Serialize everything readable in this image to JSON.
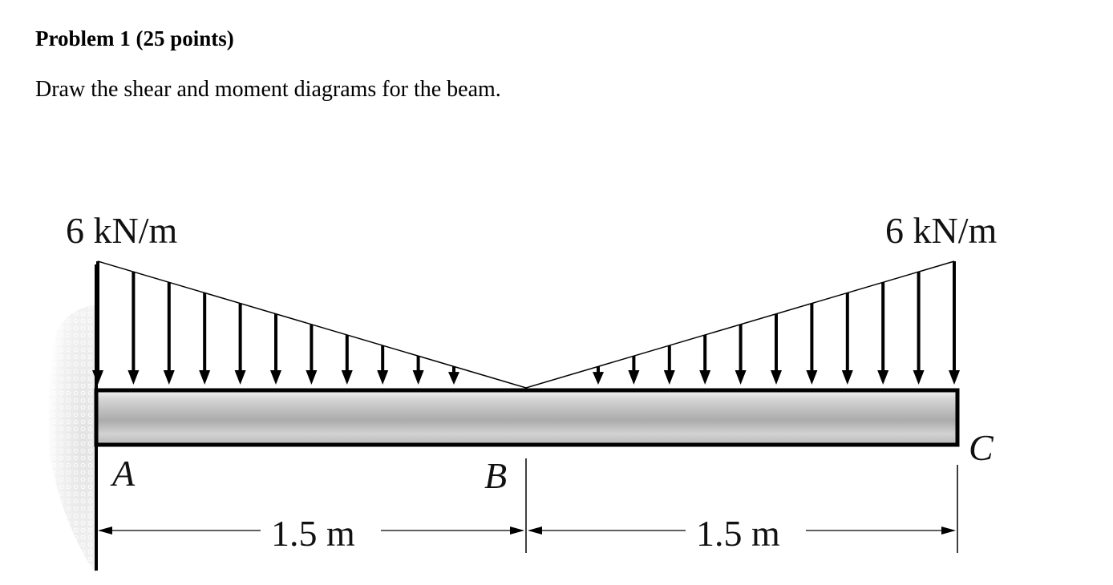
{
  "problem": {
    "title": "Problem 1 (25 points)",
    "statement": "Draw the shear and moment diagrams for the beam."
  },
  "figure": {
    "load_left_label": "6 kN/m",
    "load_right_label": "6 kN/m",
    "point_a": "A",
    "point_b": "B",
    "point_c": "C",
    "span_ab_label": "1.5 m",
    "span_bc_label": "1.5 m"
  }
}
